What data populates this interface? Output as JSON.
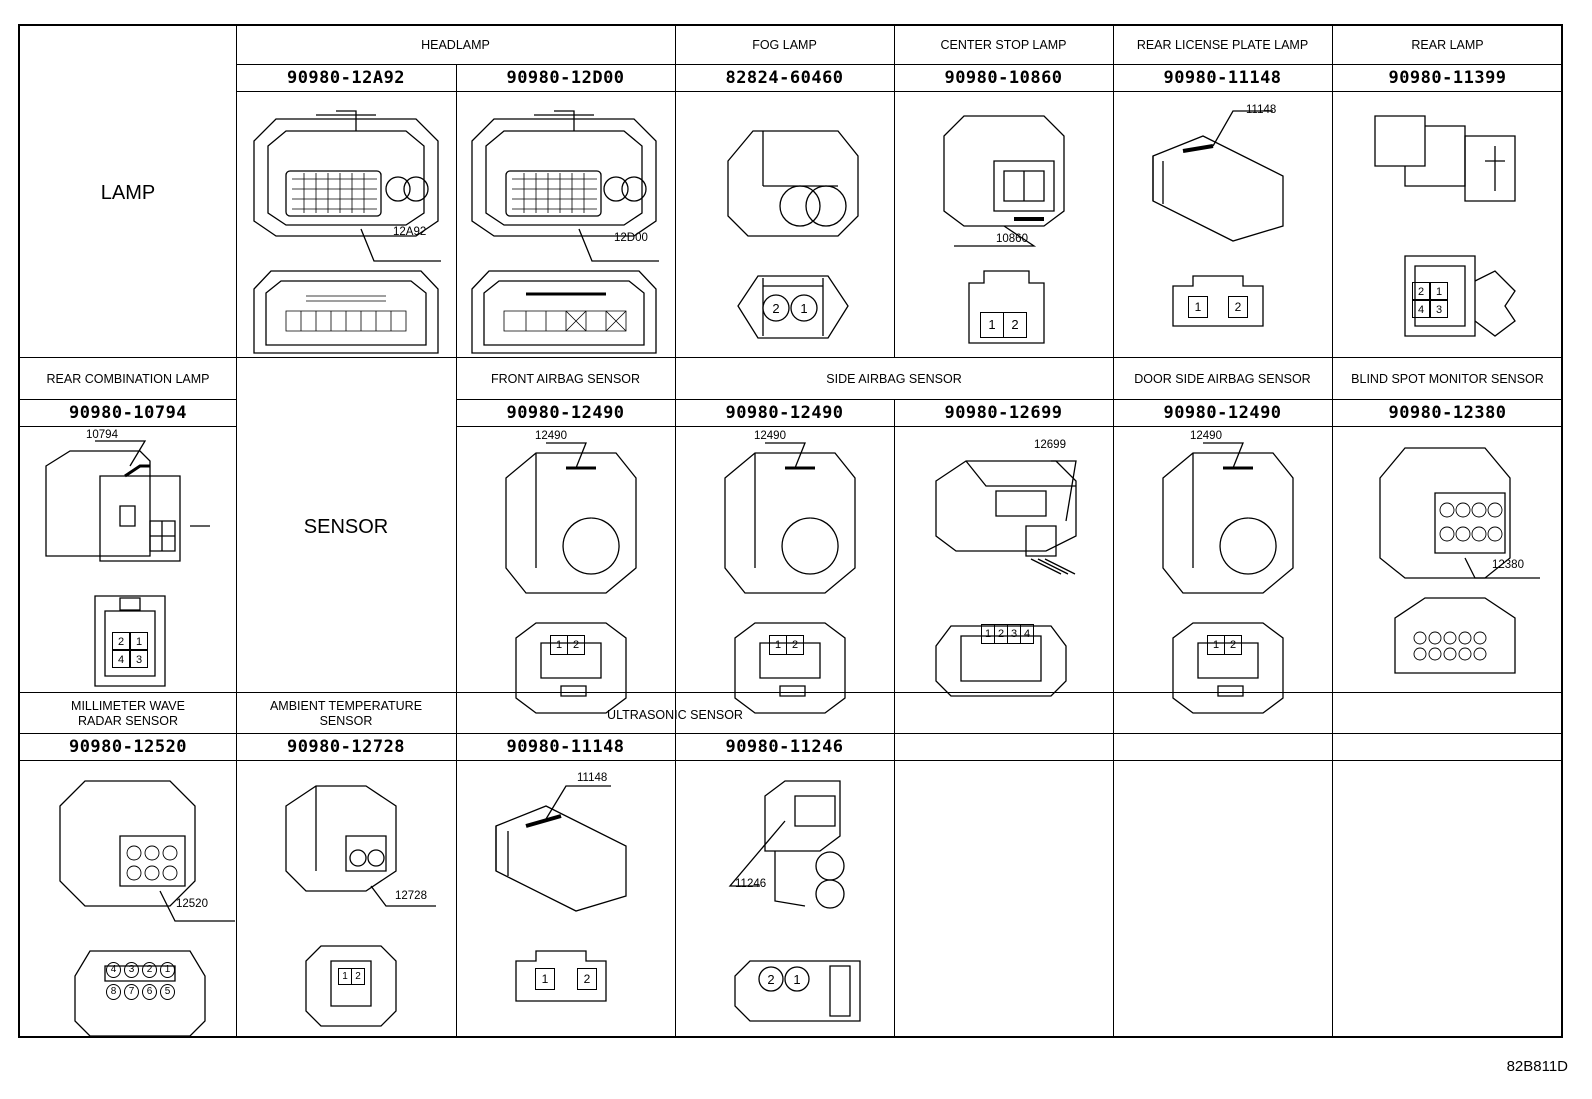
{
  "footer_code": "82B811D",
  "row1": {
    "category": "LAMP",
    "groups": [
      "HEADLAMP",
      "FOG LAMP",
      "CENTER STOP LAMP",
      "REAR LICENSE PLATE LAMP",
      "REAR LAMP"
    ],
    "parts": [
      "90980-12A92",
      "90980-12D00",
      "82824-60460",
      "90980-10860",
      "90980-11148",
      "90980-11399"
    ],
    "tags": [
      "12A92",
      "12D00",
      "10860",
      "11148"
    ]
  },
  "row2": {
    "category": "SENSOR",
    "groups": [
      "REAR COMBINATION LAMP",
      "FRONT AIRBAG SENSOR",
      "SIDE AIRBAG SENSOR",
      "DOOR SIDE AIRBAG SENSOR",
      "BLIND SPOT MONITOR SENSOR"
    ],
    "parts": [
      "90980-10794",
      "90980-12490",
      "90980-12490",
      "90980-12699",
      "90980-12490",
      "90980-12380"
    ],
    "tags": [
      "10794",
      "12490",
      "12490",
      "12699",
      "12490",
      "12380"
    ]
  },
  "row3": {
    "groups": [
      "MILLIMETER WAVE RADAR SENSOR",
      "AMBIENT TEMPERATURE SENSOR",
      "ULTRASONIC SENSOR"
    ],
    "group_lines": {
      "radar": [
        "MILLIMETER WAVE",
        "RADAR SENSOR"
      ],
      "ambient": [
        "AMBIENT TEMPERATURE",
        "SENSOR"
      ]
    },
    "parts": [
      "90980-12520",
      "90980-12728",
      "90980-11148",
      "90980-11246"
    ],
    "tags": [
      "12520",
      "12728",
      "11148",
      "11246"
    ]
  },
  "pins": {
    "fog": [
      "2",
      "1"
    ],
    "center_stop": [
      "1",
      "2"
    ],
    "license": [
      "1",
      "2"
    ],
    "rear_lamp": [
      "2",
      "1",
      "4",
      "3"
    ],
    "rear_combo": [
      "2",
      "1",
      "4",
      "3"
    ],
    "airbag": [
      "1",
      "2"
    ],
    "side_12699": [
      "1",
      "2",
      "3",
      "4"
    ],
    "radar": [
      "4",
      "3",
      "2",
      "1",
      "8",
      "7",
      "6",
      "5"
    ],
    "ambient": [
      "1",
      "2"
    ],
    "ultra_11148": [
      "1",
      "2"
    ],
    "ultra_11246": [
      "2",
      "1"
    ]
  }
}
